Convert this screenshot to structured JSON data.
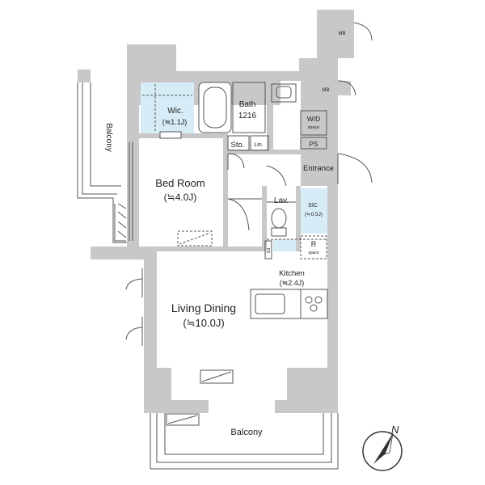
{
  "rooms": {
    "bedroom": {
      "name": "Bed Room",
      "size": "(≒4.0J)"
    },
    "living": {
      "name": "Living Dining",
      "size": "(≒10.0J)"
    },
    "kitchen": {
      "name": "Kitchen",
      "size": "(≒2.4J)"
    },
    "wic": {
      "name": "Wic.",
      "size": "(≒1.1J)"
    },
    "bath": {
      "name": "Bath",
      "size": "1216"
    },
    "lav": {
      "name": "Lav."
    },
    "sic": {
      "name": "SIC",
      "size": "(≒0.5J)"
    },
    "entrance": {
      "name": "Entrance"
    },
    "sto": {
      "name": "Sto."
    },
    "lin": {
      "name": "Lin."
    },
    "wd": {
      "name": "W/D",
      "sub": "space"
    },
    "r": {
      "name": "R",
      "sub": "space"
    },
    "ps_top": {
      "name": "PS"
    },
    "ps_side": {
      "name": "PS"
    },
    "mb_top": {
      "name": "MB"
    },
    "mb_mid": {
      "name": "MB"
    },
    "balcony_side": {
      "name": "Balcony"
    },
    "balcony_bottom": {
      "name": "Balcony"
    }
  },
  "compass": {
    "label": "N"
  },
  "colors": {
    "wall": "#c8c8c8",
    "storage": "#d6ecf7",
    "line": "#555555",
    "text": "#222222"
  }
}
